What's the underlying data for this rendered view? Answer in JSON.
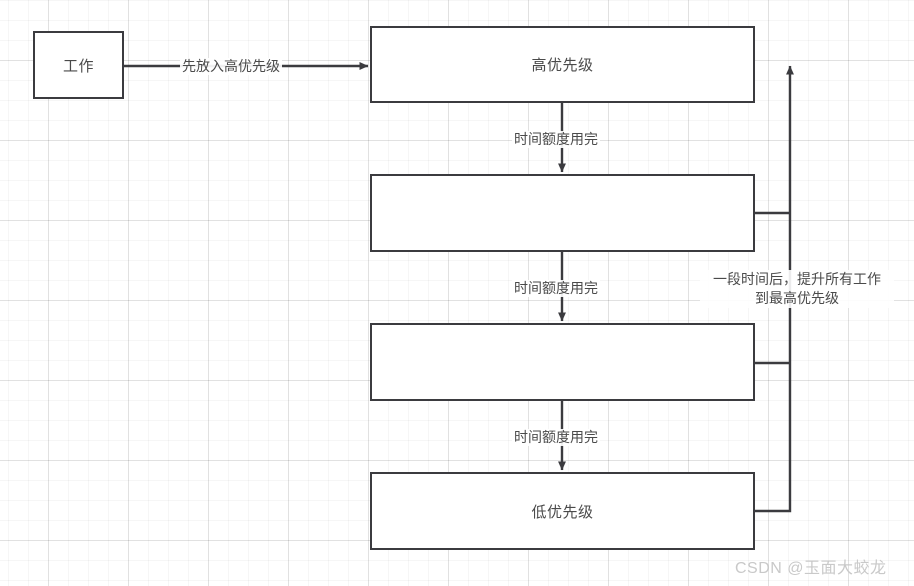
{
  "diagram": {
    "title": "MLFQ priority boost flowchart",
    "stroke_color": "#3b3b3f",
    "text_color": "#4a4a4a",
    "background_color": "#ffffff",
    "grid_color": "#ececec",
    "nodes": [
      {
        "id": "job",
        "label": "工作"
      },
      {
        "id": "q1",
        "label": "高优先级"
      },
      {
        "id": "q2",
        "label": ""
      },
      {
        "id": "q3",
        "label": ""
      },
      {
        "id": "q4",
        "label": "低优先级"
      }
    ],
    "edges": [
      {
        "id": "e-job-q1",
        "label": "先放入高优先级"
      },
      {
        "id": "e-q1-q2",
        "label": "时间额度用完"
      },
      {
        "id": "e-q2-q3",
        "label": "时间额度用完"
      },
      {
        "id": "e-q3-q4",
        "label": "时间额度用完"
      }
    ],
    "annotation": {
      "line1": "一段时间后，提升所有工作",
      "line2": "到最高优先级"
    },
    "watermark": "CSDN @玉面大蛟龙"
  }
}
